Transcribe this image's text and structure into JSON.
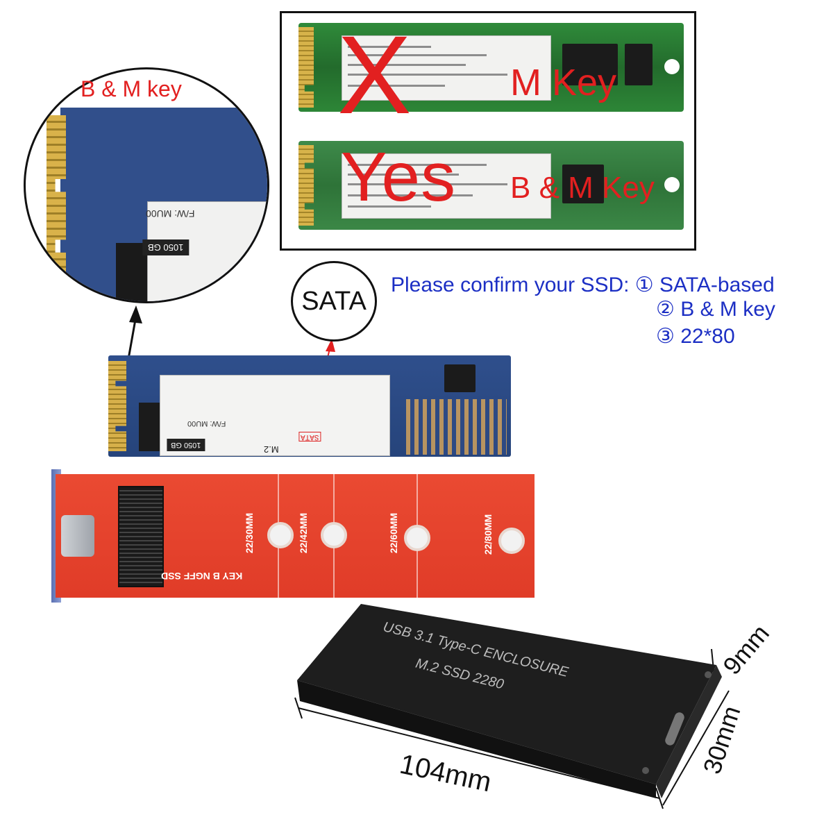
{
  "top_box": {
    "x_mark": "X",
    "m_key": "M Key",
    "yes_mark": "Yes",
    "bm_key": "B & M Key"
  },
  "zoom": {
    "caption": "B & M key",
    "fw": "F/W: MU00",
    "capacity": "1050 GB"
  },
  "sata_bubble": "SATA",
  "confirm": {
    "line1": "Please confirm your SSD: ① SATA-based",
    "line2": "② B & M key",
    "line3": "③ 22*80"
  },
  "m2_card": {
    "sata_tag": "SATA",
    "model": "M.2",
    "capacity": "1050 GB",
    "fw": "F/W: MU00"
  },
  "red_pcb": {
    "slot_label": "KEY B NGFF SSD",
    "lengths": [
      "22/30MM",
      "22/42MM",
      "22/60MM",
      "22/80MM"
    ]
  },
  "enclosure": {
    "line1": "USB 3.1 Type-C ENCLOSURE",
    "line2": "M.2 SSD 2280",
    "dim_length": "104mm",
    "dim_height": "9mm",
    "dim_width": "30mm"
  },
  "colors": {
    "warning_red": "#e22020",
    "confirm_blue": "#1c2fc4"
  }
}
